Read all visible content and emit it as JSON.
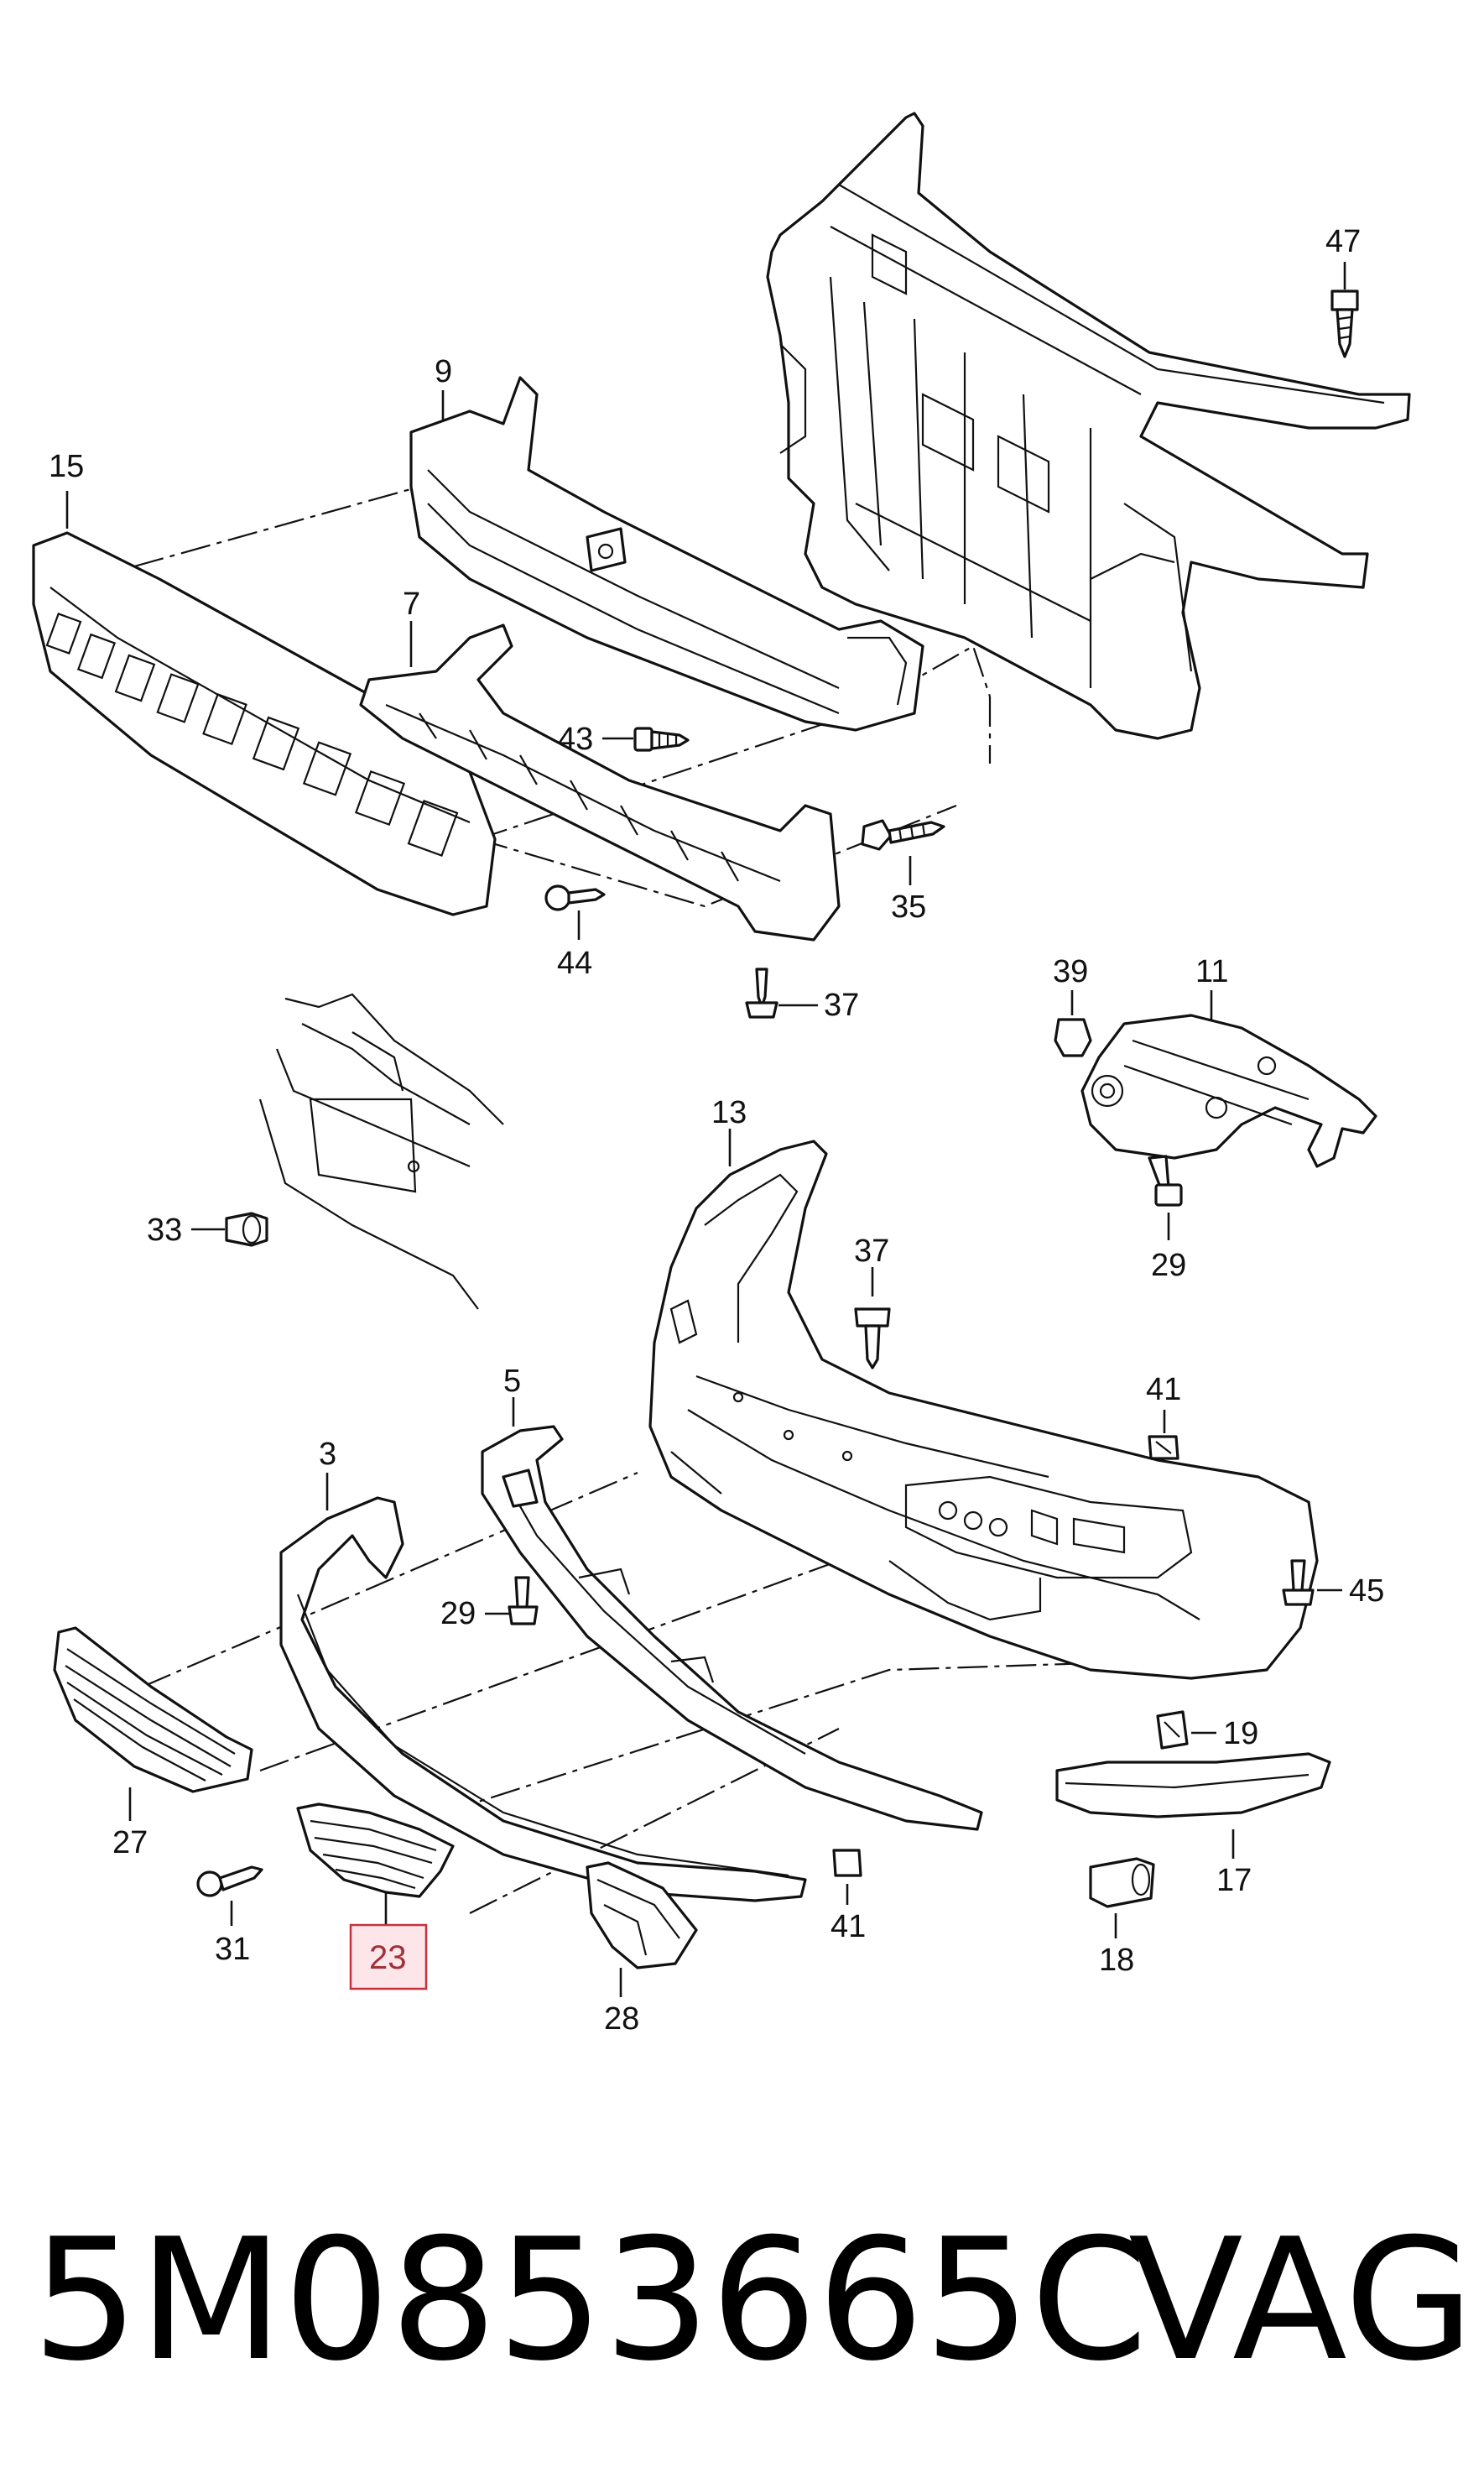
{
  "part_number": "5M0853665C",
  "brand": "VAG",
  "highlighted_label": "23",
  "labels": {
    "l47": "47",
    "l9": "9",
    "l15": "15",
    "l7": "7",
    "l43": "43",
    "l35": "35",
    "l44": "44",
    "l37a": "37",
    "l39": "39",
    "l11": "11",
    "l13": "13",
    "l33": "33",
    "l37b": "37",
    "l29a": "29",
    "l5": "5",
    "l41a": "41",
    "l3": "3",
    "l29b": "29",
    "l45": "45",
    "l19": "19",
    "l27": "27",
    "l17": "17",
    "l31": "31",
    "l41b": "41",
    "l18": "18",
    "l28": "28"
  }
}
